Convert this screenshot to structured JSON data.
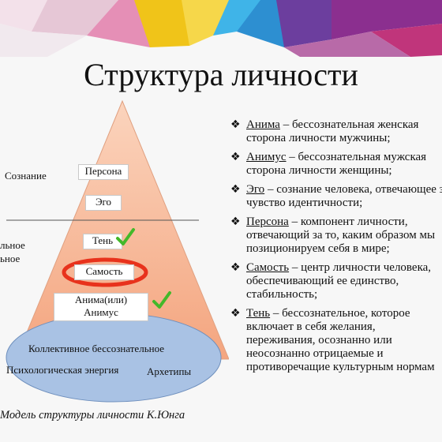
{
  "title": "Структура личности",
  "diagram": {
    "conscious_label": "Сознание",
    "unconscious_label_line1": "льное",
    "unconscious_label_line2": "ьное",
    "boxes": {
      "persona": "Персона",
      "ego": "Эго",
      "shadow": "Тень",
      "self": "Самость",
      "anima_line1": "Анима(или)",
      "anima_line2": "Анимус"
    },
    "collective": {
      "title": "Коллективное бессознательное",
      "energy": "Психологическая энергия",
      "archetypes": "Архетипы"
    },
    "caption": "Модель структуры личности К.Юнга",
    "colors": {
      "pyramid": "#f7b893",
      "ellipse": "#a9c2e4",
      "circle": "#e8321c",
      "check": "#43b82a"
    }
  },
  "list": [
    {
      "term": "Анима",
      "line1": " – бессознательная женская",
      "line2": "сторона личности мужчины;"
    },
    {
      "term": "Анимус",
      "line1": " – бессознательная мужская",
      "line2": "сторона личности женщины;"
    },
    {
      "term": "Эго",
      "line1": " – сознание человека, отвечающее за",
      "line2": "чувство идентичности;"
    },
    {
      "term": "Персона",
      "line1": " – компонент личности,",
      "line2": "отвечающий за то, каким образом мы",
      "line3": "позиционируем себя в мире;"
    },
    {
      "term": "Самость",
      "line1": " – центр личности человека,",
      "line2": "обеспечивающий ее единство,",
      "line3": "стабильность;"
    },
    {
      "term": "Тень",
      "line1": " – бессознательное, которое",
      "line2": "включает в себя желания,",
      "line3": "переживания, осознанно или",
      "line4": "неосознанно отрицаемые и",
      "line5": "противоречащие культурным нормам"
    }
  ]
}
